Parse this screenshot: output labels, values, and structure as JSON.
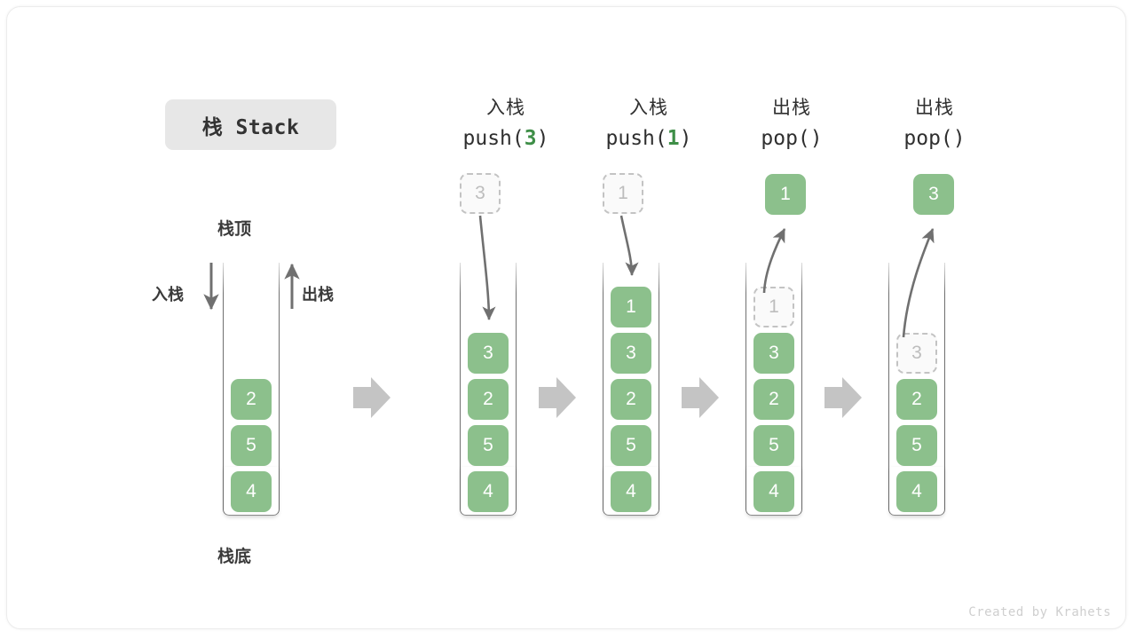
{
  "title_badge": "栈 Stack",
  "labels": {
    "stack_top": "栈顶",
    "stack_bottom": "栈底",
    "push_side": "入栈",
    "pop_side": "出栈"
  },
  "colors": {
    "element_green": "#8CC08C",
    "code_arg_green": "#3E8E47",
    "ghost_border": "#C3C3C3",
    "ghost_text": "#BDBDBD",
    "arrow_gray": "#707070",
    "step_arrow_gray": "#C4C4C4",
    "badge_bg": "#E7E7E7",
    "text_dark": "#333333"
  },
  "steps": [
    {
      "id": "initial",
      "head_cn": "",
      "head_code": "",
      "head_code_arg": "",
      "stack": [
        "4",
        "5",
        "2"
      ],
      "ghost_top": null,
      "float_box": null,
      "float_kind": null
    },
    {
      "id": "push-3",
      "head_cn": "入栈",
      "head_code_prefix": "push(",
      "head_code_arg": "3",
      "head_code_suffix": ")",
      "stack": [
        "4",
        "5",
        "2",
        "3"
      ],
      "ghost_top": null,
      "float_box": "3",
      "float_kind": "ghost"
    },
    {
      "id": "push-1",
      "head_cn": "入栈",
      "head_code_prefix": "push(",
      "head_code_arg": "1",
      "head_code_suffix": ")",
      "stack": [
        "4",
        "5",
        "2",
        "3",
        "1"
      ],
      "ghost_top": null,
      "float_box": "1",
      "float_kind": "ghost"
    },
    {
      "id": "pop-1",
      "head_cn": "出栈",
      "head_code_prefix": "pop(",
      "head_code_arg": "",
      "head_code_suffix": ")",
      "stack": [
        "4",
        "5",
        "2",
        "3"
      ],
      "ghost_top": "1",
      "float_box": "1",
      "float_kind": "solid"
    },
    {
      "id": "pop-3",
      "head_cn": "出栈",
      "head_code_prefix": "pop(",
      "head_code_arg": "",
      "head_code_suffix": ")",
      "stack": [
        "4",
        "5",
        "2"
      ],
      "ghost_top": "3",
      "float_box": "3",
      "float_kind": "solid"
    }
  ],
  "footer": "Created by Krahets"
}
